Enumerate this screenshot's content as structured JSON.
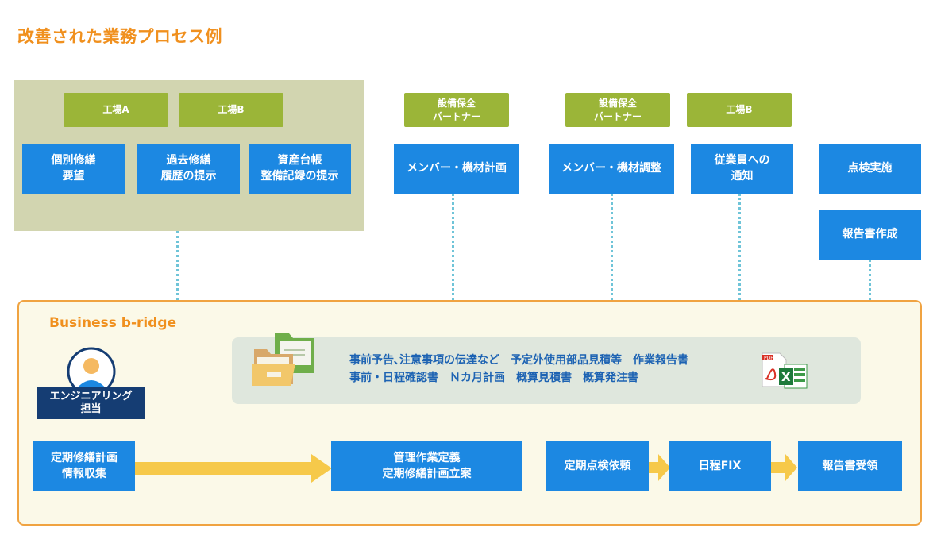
{
  "title": "改善された業務プロセス例",
  "top": {
    "factory_a_tag": "工場A",
    "factory_b_tag": "工場B",
    "factory_boxes": [
      "個別修繕\n要望",
      "過去修繕\n履歴の提示",
      "資産台帳\n整備記録の提示"
    ],
    "partner1_tag": "設備保全\nパートナー",
    "partner1_box": "メンバー・機材計画",
    "partner2_tag": "設備保全\nパートナー",
    "partner2_box": "メンバー・機材調整",
    "factory_b2_tag": "工場B",
    "factory_b2_box": "従業員への\n通知",
    "inspection_box": "点検実施",
    "report_box": "報告書作成"
  },
  "platform": {
    "name": "Business b-ridge",
    "role": "エンジニアリング\n担当",
    "documents_line1": "事前予告､注意事項の伝達など　予定外使用部品見積等　作業報告書",
    "documents_line2": "事前・日程確認書　Ｎカ月計画　概算見積書　概算発注書",
    "file_icon_labels": [
      "PDF",
      "X"
    ]
  },
  "flow": [
    "定期修繕計画\n情報収集",
    "管理作業定義\n定期修繕計画立案",
    "定期点検依頼",
    "日程FIX",
    "報告書受領"
  ],
  "colors": {
    "accent_orange": "#f0901e",
    "box_blue": "#1c88e2",
    "tag_green": "#9bb538",
    "panel_khaki": "#d2d5b0",
    "dotted_cyan": "#6fc4d8",
    "arrow_yellow": "#f6c94a",
    "role_navy": "#153d73"
  }
}
